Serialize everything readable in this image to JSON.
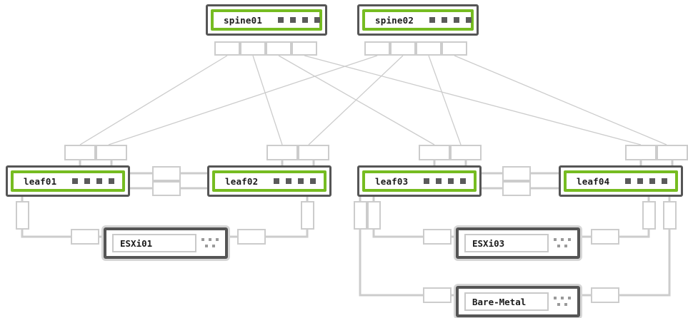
{
  "diagram": {
    "title": "spine-leaf-network-topology",
    "colors": {
      "switch_accent": "#76bc21",
      "node_border": "#555555",
      "port_border": "#cccccc",
      "link": "#cccccc",
      "led": "#5a5a5a",
      "background": "#ffffff"
    }
  },
  "spines": [
    {
      "id": "spine01",
      "label": "spine01",
      "led_count": 4,
      "port_count": 4
    },
    {
      "id": "spine02",
      "label": "spine02",
      "led_count": 4,
      "port_count": 4
    }
  ],
  "leaves": [
    {
      "id": "leaf01",
      "label": "leaf01",
      "led_count": 4,
      "uplink_ports": 2,
      "downlink_ports": 1,
      "peer_ports": 2
    },
    {
      "id": "leaf02",
      "label": "leaf02",
      "led_count": 4,
      "uplink_ports": 2,
      "downlink_ports": 1,
      "peer_ports": 2
    },
    {
      "id": "leaf03",
      "label": "leaf03",
      "led_count": 4,
      "uplink_ports": 2,
      "downlink_ports": 2,
      "peer_ports": 2
    },
    {
      "id": "leaf04",
      "label": "leaf04",
      "led_count": 4,
      "uplink_ports": 2,
      "downlink_ports": 2,
      "peer_ports": 2
    }
  ],
  "hosts": [
    {
      "id": "esxi01",
      "label": "ESXi01",
      "nic_count": 2
    },
    {
      "id": "esxi03",
      "label": "ESXi03",
      "nic_count": 2
    },
    {
      "id": "baremetal",
      "label": "Bare-Metal",
      "nic_count": 2
    }
  ],
  "links": [
    {
      "from": "spine01",
      "to": "leaf01"
    },
    {
      "from": "spine01",
      "to": "leaf02"
    },
    {
      "from": "spine01",
      "to": "leaf03"
    },
    {
      "from": "spine01",
      "to": "leaf04"
    },
    {
      "from": "spine02",
      "to": "leaf01"
    },
    {
      "from": "spine02",
      "to": "leaf02"
    },
    {
      "from": "spine02",
      "to": "leaf03"
    },
    {
      "from": "spine02",
      "to": "leaf04"
    },
    {
      "from": "leaf01",
      "to": "leaf02"
    },
    {
      "from": "leaf01",
      "to": "leaf02"
    },
    {
      "from": "leaf03",
      "to": "leaf04"
    },
    {
      "from": "leaf03",
      "to": "leaf04"
    },
    {
      "from": "leaf01",
      "to": "esxi01"
    },
    {
      "from": "leaf02",
      "to": "esxi01"
    },
    {
      "from": "leaf03",
      "to": "esxi03"
    },
    {
      "from": "leaf04",
      "to": "esxi03"
    },
    {
      "from": "leaf03",
      "to": "baremetal"
    },
    {
      "from": "leaf04",
      "to": "baremetal"
    }
  ]
}
